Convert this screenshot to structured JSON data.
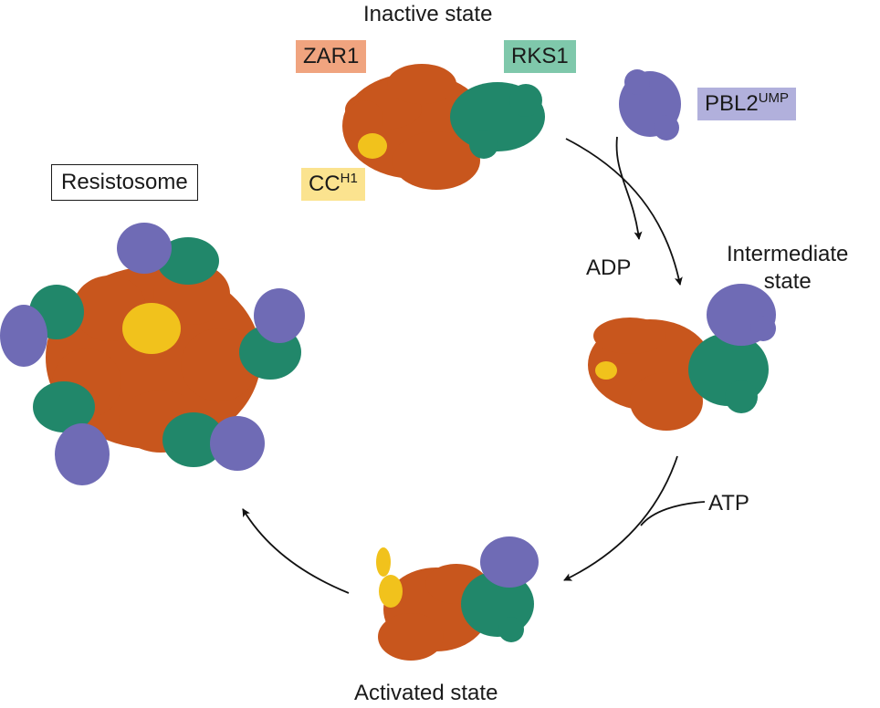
{
  "colors": {
    "zar1": "#c8561d",
    "zar1_tag": "#f0a47f",
    "rks1": "#21876a",
    "rks1_tag": "#7fc8ab",
    "pbl2": "#6f6bb5",
    "pbl2_tag": "#b1b0dc",
    "cc": "#f1c21c",
    "cc_tag": "#fbe38f",
    "arrow": "#111111"
  },
  "states": {
    "inactive": "Inactive state",
    "intermediate_line1": "Intermediate",
    "intermediate_line2": "state",
    "activated": "Activated state",
    "resistosome": "Resistosome"
  },
  "legend": {
    "zar1": "ZAR1",
    "rks1": "RKS1",
    "pbl2_base": "PBL2",
    "pbl2_sup": "UMP",
    "cc_base": "CC",
    "cc_sup": "H1"
  },
  "molecules": {
    "adp": "ADP",
    "atp": "ATP"
  }
}
